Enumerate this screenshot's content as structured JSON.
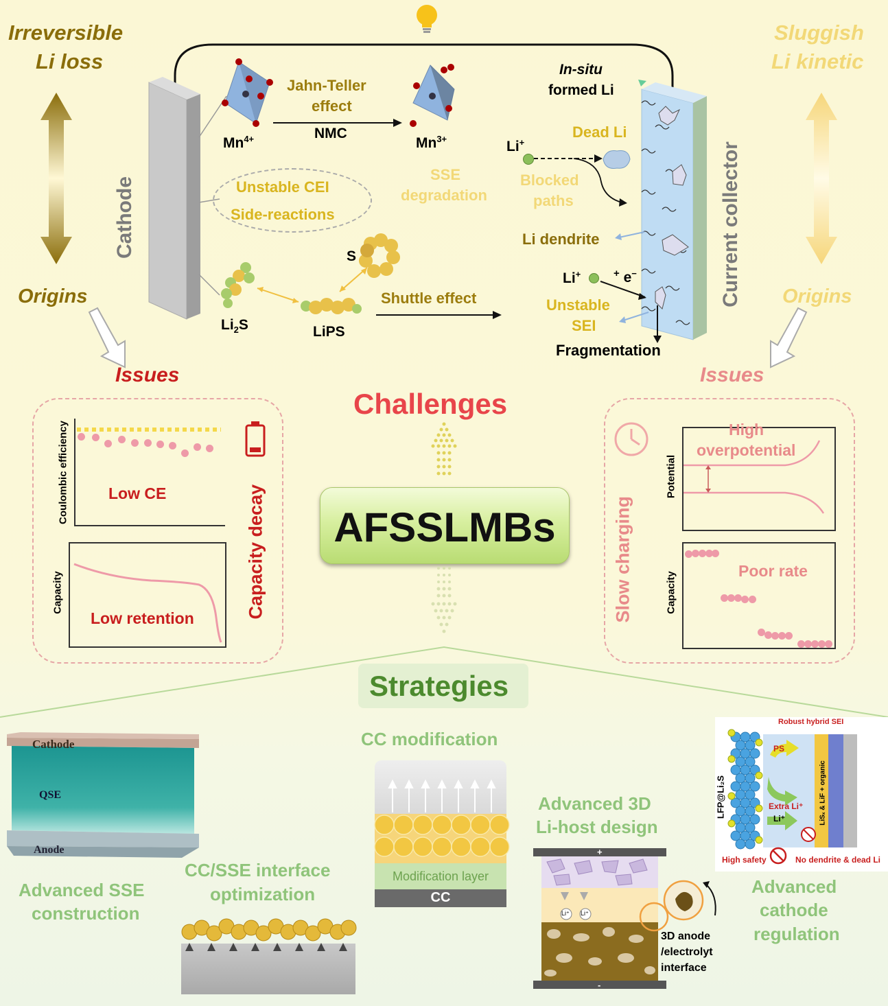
{
  "left_side": {
    "title_line1": "Irreversible",
    "title_line2": "Li loss",
    "origins": "Origins",
    "issues": "Issues"
  },
  "right_side": {
    "title_line1": "Sluggish",
    "title_line2": "Li kinetic",
    "origins": "Origins",
    "issues": "Issues"
  },
  "top": {
    "cathode": "Cathode",
    "current_collector": "Current collector",
    "mn4": "Mn",
    "mn4_sup": "4+",
    "mn3": "Mn",
    "mn3_sup": "3+",
    "jahn_teller_1": "Jahn-Teller",
    "jahn_teller_2": "effect",
    "nmc": "NMC",
    "unstable_cei": "Unstable CEI",
    "side_reactions": "Side-reactions",
    "sse_degradation_1": "SSE",
    "sse_degradation_2": "degradation",
    "s_label": "S",
    "li2s": "Li",
    "li2s_sub": "2",
    "li2s_end": "S",
    "lips": "LiPS",
    "shuttle_effect": "Shuttle effect",
    "in_situ": "In-situ",
    "formed_li": "formed Li",
    "dead_li": "Dead Li",
    "li_plus_1": "Li",
    "li_plus_sup": "+",
    "blocked_1": "Blocked",
    "blocked_2": "paths",
    "li_dendrite": "Li dendrite",
    "li_plus_2": "Li",
    "e_minus": "e",
    "plus_sign": "+",
    "unstable_sei_1": "Unstable",
    "unstable_sei_2": "SEI",
    "fragmentation": "Fragmentation"
  },
  "center": {
    "challenges": "Challenges",
    "afsslmbs": "AFSSLMBs",
    "strategies": "Strategies"
  },
  "left_issues": {
    "ce_ylabel": "Coulombic efficiency",
    "low_ce": "Low CE",
    "cap_ylabel": "Capacity",
    "low_retention": "Low retention",
    "capacity_decay": "Capacity decay"
  },
  "right_issues": {
    "pot_ylabel": "Potential",
    "high_1": "High",
    "high_2": "overpotential",
    "cap_ylabel": "Capacity",
    "poor_rate": "Poor rate",
    "slow_charging": "Slow  charging"
  },
  "strategies": {
    "sse_cathode": "Cathode",
    "sse_qse": "QSE",
    "sse_anode": "Anode",
    "advanced_sse_1": "Advanced SSE",
    "advanced_sse_2": "construction",
    "cc_sse_1": "CC/SSE interface",
    "cc_sse_2": "optimization",
    "cc_mod": "CC modification",
    "mod_layer": "Modification layer",
    "cc": "CC",
    "host_1": "Advanced 3D",
    "host_2": "Li-host design",
    "host_plus": "+",
    "host_minus": "-",
    "host_li": "Li⁺",
    "host_note_1": "3D anode",
    "host_note_2": "/electrolyt",
    "host_note_3": "interface",
    "robust_sei": "Robust hybrid SEI",
    "ps": "PS",
    "extra_li": "Extra Li⁺",
    "li_plus": "Li⁺",
    "lfp": "LFP@Li₂S",
    "lisx": "LiSₓ & LiF + organic",
    "high_safety": "High safety",
    "no_dendrite": "No dendrite & dead Li",
    "adv_cathode_1": "Advanced",
    "adv_cathode_2": "cathode",
    "adv_cathode_3": "regulation"
  }
}
